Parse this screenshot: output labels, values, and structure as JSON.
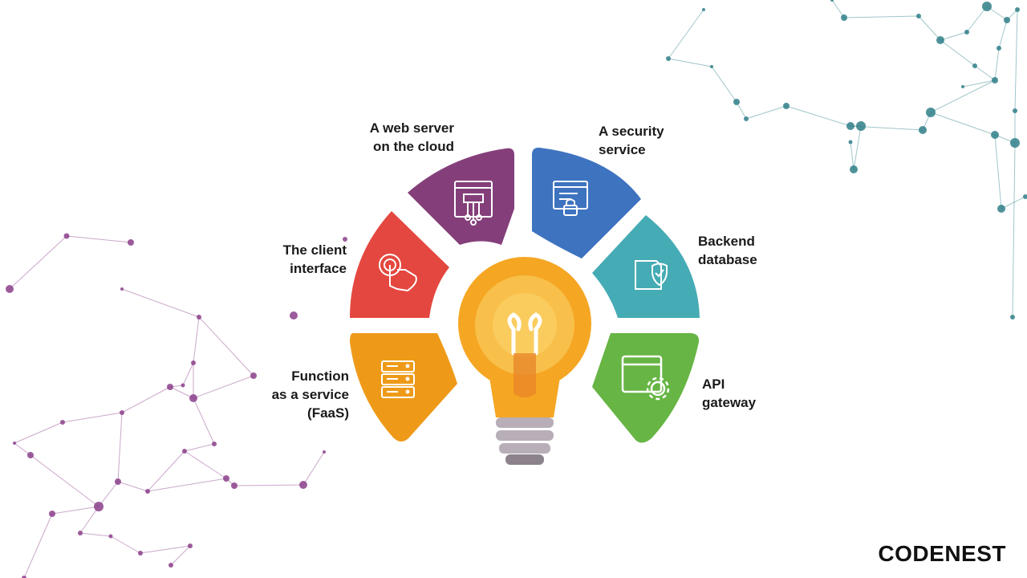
{
  "diagram": {
    "segments": [
      {
        "id": "web-server",
        "lines": [
          "A web server",
          "on the cloud"
        ],
        "color": "#843f7a",
        "icon": "server-board-icon"
      },
      {
        "id": "security",
        "lines": [
          "A security",
          "service"
        ],
        "color": "#3e73bf",
        "icon": "browser-lock-icon"
      },
      {
        "id": "database",
        "lines": [
          "Backend",
          "database"
        ],
        "color": "#45abb4",
        "icon": "document-shield-icon"
      },
      {
        "id": "api",
        "lines": [
          "API",
          "gateway"
        ],
        "color": "#67b545",
        "icon": "window-gear-icon"
      },
      {
        "id": "faas",
        "lines": [
          "Function",
          "as a service",
          "(FaaS)"
        ],
        "color": "#ee9a18",
        "icon": "server-rack-icon"
      },
      {
        "id": "client",
        "lines": [
          "The client",
          "interface"
        ],
        "color": "#e4473f",
        "icon": "touch-hand-icon"
      }
    ],
    "center_icon": "lightbulb-icon",
    "bulb_colors": {
      "outer": "#f5a623",
      "inner": "#f8c04a",
      "glow": "#fbd36a",
      "base": "#b8aeb8"
    },
    "network_colors": {
      "left": "#8b3f8b",
      "right": "#2f7f88"
    }
  },
  "brand": {
    "name": "CODENEST"
  }
}
